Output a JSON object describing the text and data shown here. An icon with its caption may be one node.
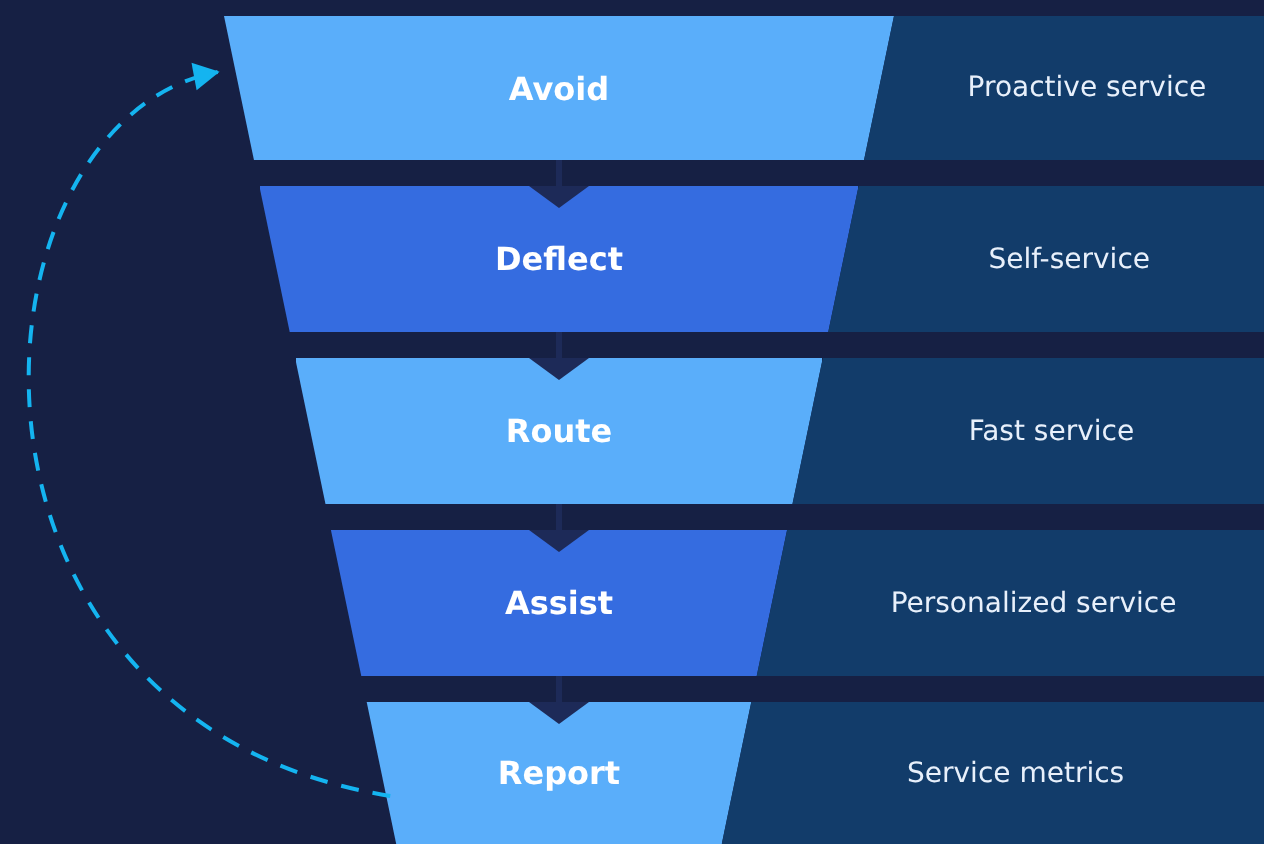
{
  "diagram": {
    "nodes": [
      {
        "text": [
          "Avoid"
        ]
      },
      {
        "text": [
          "Proactive service"
        ]
      },
      {
        "text": [
          "Deflect"
        ]
      },
      {
        "text": [
          "Self-service"
        ]
      },
      {
        "text": [
          "Route"
        ]
      },
      {
        "text": [
          "Fast service"
        ]
      },
      {
        "text": [
          "Assist"
        ]
      },
      {
        "text": [
          "Personalized service"
        ]
      },
      {
        "text": [
          "Report"
        ]
      },
      {
        "text": [
          "Service metrics"
        ]
      }
    ],
    "edges": [
      {
        "from": 0,
        "to": 2,
        "arrow": "to"
      },
      {
        "from": 2,
        "to": 4,
        "arrow": "to"
      },
      {
        "from": 4,
        "to": 6,
        "arrow": "to"
      },
      {
        "from": 6,
        "to": 8,
        "arrow": "to"
      },
      {
        "from": 8,
        "to": 0,
        "arrow": "to",
        "style": "dashed",
        "color": "#14b4f0"
      }
    ]
  }
}
